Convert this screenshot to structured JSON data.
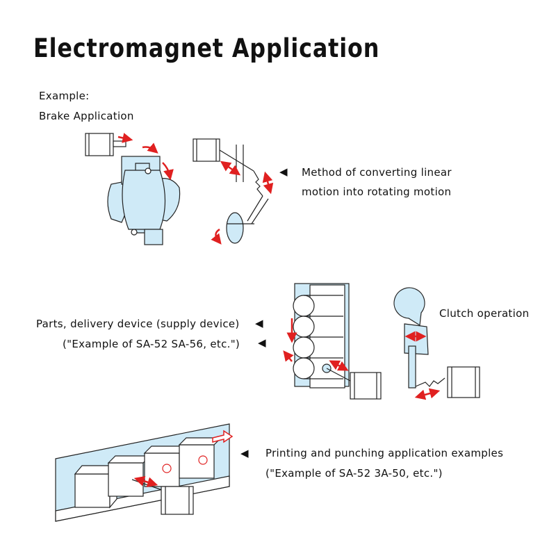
{
  "title": "Electromagnet Application",
  "example": {
    "label": "Example:",
    "name": "Brake Application"
  },
  "method": {
    "line1": "Method of converting linear",
    "line2": "motion into rotating motion"
  },
  "clutch": {
    "label": "Clutch operation"
  },
  "parts": {
    "line1": "Parts, delivery device (supply device)",
    "line2": "(\"Example of SA-52 SA-56, etc.\")"
  },
  "printing": {
    "line1": "Printing and punching application examples",
    "line2": "(\"Example of SA-52 3A-50, etc.\")"
  },
  "colors": {
    "light_blue": "#cfeaf7",
    "arrow_red": "#e02020",
    "line": "#222222"
  },
  "icons": [
    "pointer-triangle-icon",
    "double-arrow-icon",
    "electromagnet-icon"
  ]
}
